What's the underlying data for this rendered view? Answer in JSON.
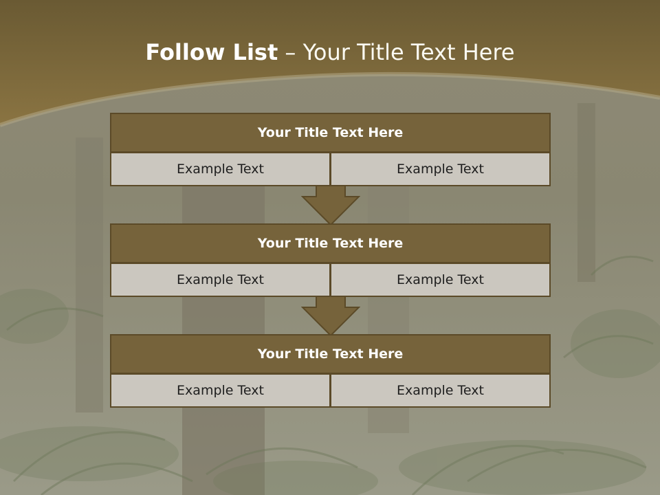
{
  "slide": {
    "heading_bold": "Follow List",
    "heading_rest": " – Your Title Text Here",
    "colors": {
      "header_band": "#7a6638",
      "block_title_fill": "#76633b",
      "block_border": "#5b4a28",
      "cell_fill": "#cbc7bf",
      "arrow_fill": "#76633b"
    },
    "blocks": [
      {
        "title": "Your Title Text Here",
        "left": "Example Text",
        "right": "Example Text"
      },
      {
        "title": "Your Title Text Here",
        "left": "Example Text",
        "right": "Example Text"
      },
      {
        "title": "Your Title Text Here",
        "left": "Example Text",
        "right": "Example Text"
      }
    ]
  }
}
